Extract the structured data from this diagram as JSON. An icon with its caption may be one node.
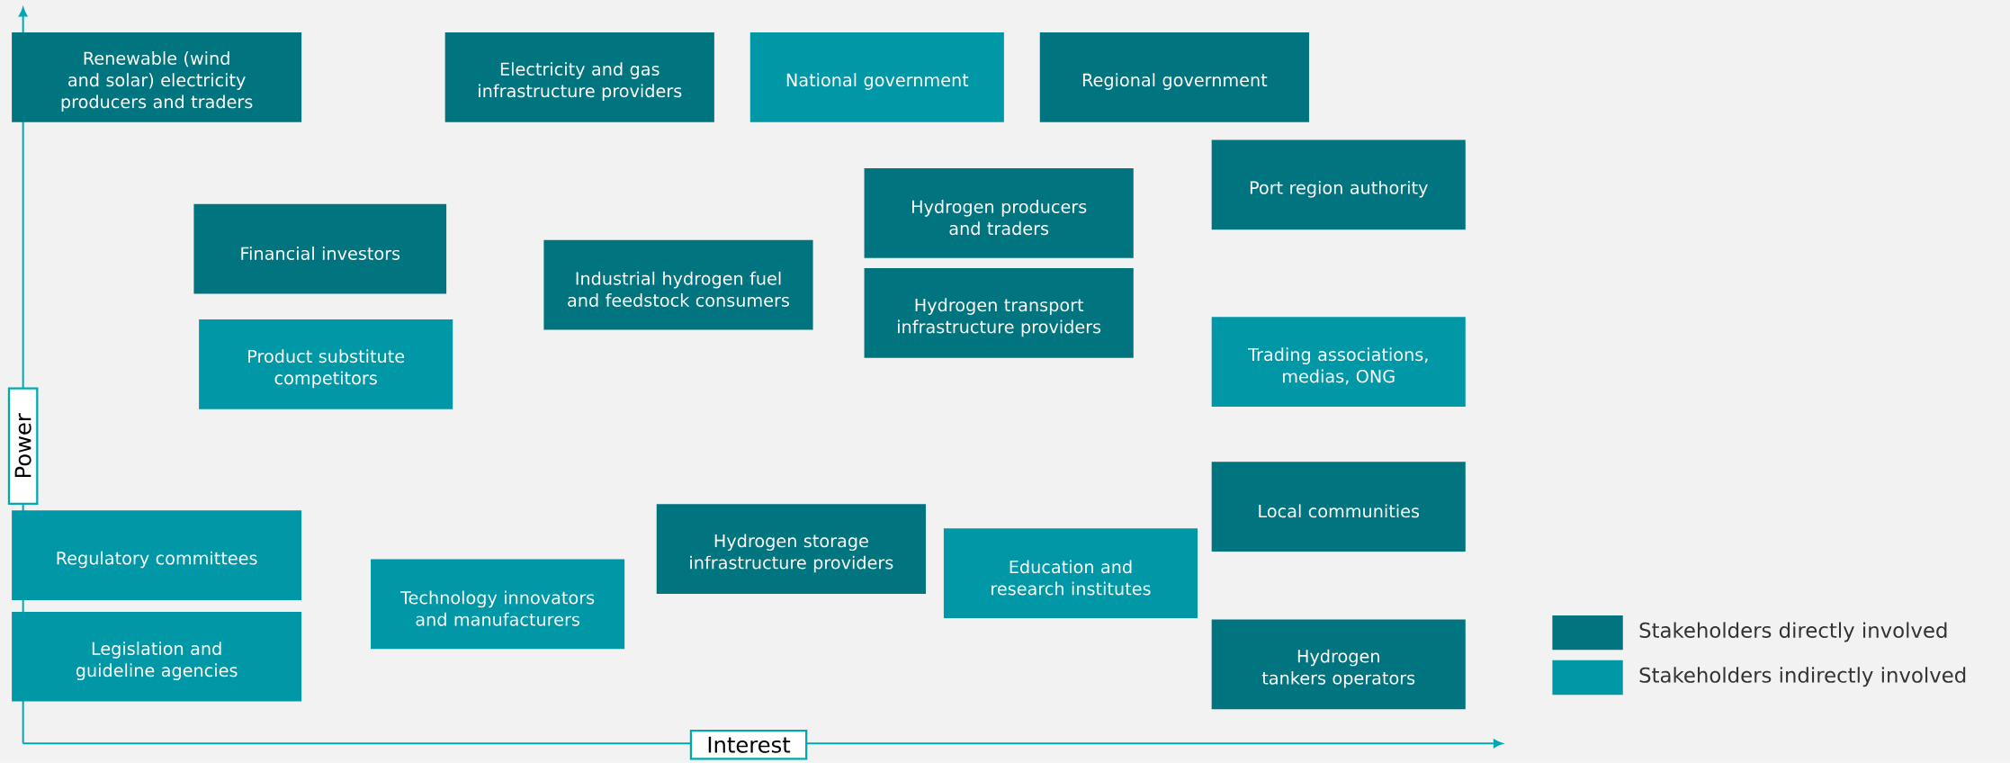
{
  "diagram": {
    "nodes": [
      {
        "text": [
          "Renewable (wind and solar) electricity producers and traders"
        ]
      },
      {
        "text": [
          "Electricity and gas infrastructure providers"
        ]
      },
      {
        "text": [
          "National government"
        ]
      },
      {
        "text": [
          "Regional government"
        ]
      },
      {
        "text": [
          "Port region authority"
        ]
      },
      {
        "text": [
          "Hydrogen producers and traders"
        ]
      },
      {
        "text": [
          "Financial investors"
        ]
      },
      {
        "text": [
          "Industrial hydrogen fuel and feedstock consumers"
        ]
      },
      {
        "text": [
          "Hydrogen transport infrastructure providers"
        ]
      },
      {
        "text": [
          "Trading associations, medias, ONG"
        ]
      },
      {
        "text": [
          "Product substitute competitors"
        ]
      },
      {
        "text": [
          "Local communities"
        ]
      },
      {
        "text": [
          "Regulatory committees"
        ]
      },
      {
        "text": [
          "Hydrogen storage infrastructure providers"
        ]
      },
      {
        "text": [
          "Education and research institutes"
        ]
      },
      {
        "text": [
          "Technology innovators and manufacturers"
        ]
      },
      {
        "text": [
          "Legislation and guideline agencies"
        ]
      },
      {
        "text": [
          "Hydrogen tankers operators"
        ]
      }
    ],
    "labels": [
      "Power",
      "Interest"
    ],
    "legend": [
      {
        "text": "Stakeholders directly involved",
        "color": "#00747f"
      },
      {
        "text": "Stakeholders indirectly involved",
        "color": "#0097a7"
      }
    ]
  }
}
